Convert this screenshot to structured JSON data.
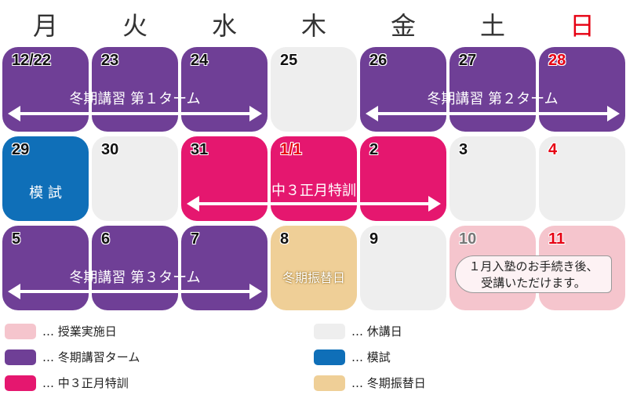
{
  "weekdays": [
    "月",
    "火",
    "水",
    "木",
    "金",
    "土",
    "日"
  ],
  "colors": {
    "purple": "#6f3f96",
    "pink": "#e5176f",
    "blue": "#0f6fb8",
    "gray": "#eeeeee",
    "tan": "#efcf97",
    "lightpink": "#f5c5cd",
    "sunday": "#e60012"
  },
  "dates": [
    [
      "12/22",
      "23",
      "24",
      "25",
      "26",
      "27",
      "28"
    ],
    [
      "29",
      "30",
      "31",
      "1/1",
      "2",
      "3",
      "4"
    ],
    [
      "5",
      "6",
      "7",
      "8",
      "9",
      "10",
      "11"
    ]
  ],
  "bands": {
    "term1": "冬期講習 第１ターム",
    "term2": "冬期講習 第２ターム",
    "term3": "冬期講習 第３ターム",
    "mock": "模 試",
    "special": "中３正月特訓",
    "makeup": "冬期振替日"
  },
  "bubble": {
    "line1": "１月入塾のお手続き後、",
    "line2": "受講いただけます。"
  },
  "legend": [
    {
      "label": "… 授業実施日"
    },
    {
      "label": "… 冬期講習ターム"
    },
    {
      "label": "… 中３正月特訓"
    },
    {
      "label": "… 休講日"
    },
    {
      "label": "… 模試"
    },
    {
      "label": "… 冬期振替日"
    }
  ]
}
